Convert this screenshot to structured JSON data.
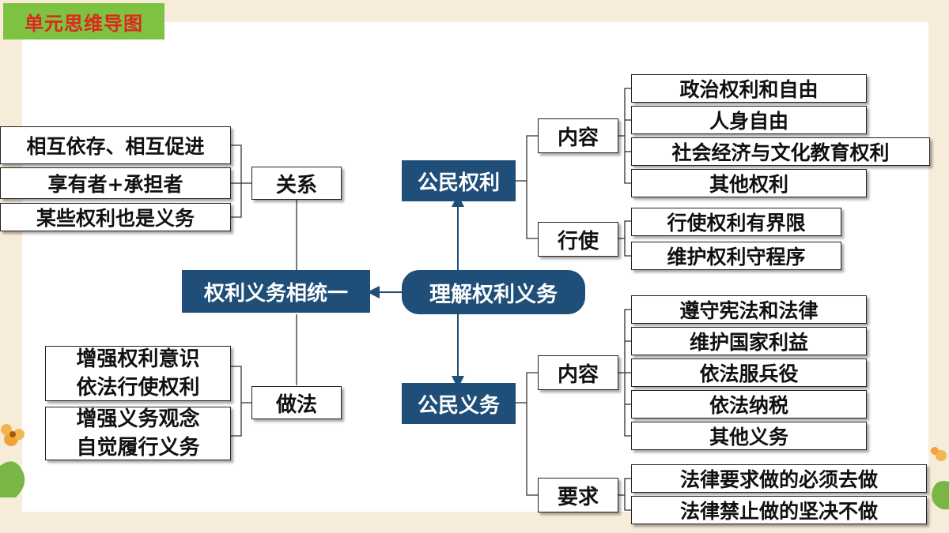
{
  "header": {
    "title": "单元思维导图"
  },
  "center": {
    "label": "理解权利义务"
  },
  "unify": {
    "label": "权利义务相统一",
    "relation": {
      "label": "关系",
      "items": [
        "相互依存、相互促进",
        "享有者+承担者",
        "某些权利也是义务"
      ]
    },
    "practice": {
      "label": "做法",
      "items": [
        [
          "增强权利意识",
          "依法行使权利"
        ],
        [
          "增强义务观念",
          "自觉履行义务"
        ]
      ]
    }
  },
  "rights": {
    "label": "公民权利",
    "content": {
      "label": "内容",
      "items": [
        "政治权利和自由",
        "人身自由",
        "社会经济与文化教育权利",
        "其他权利"
      ]
    },
    "exercise": {
      "label": "行使",
      "items": [
        "行使权利有界限",
        "维护权利守程序"
      ]
    }
  },
  "duties": {
    "label": "公民义务",
    "content": {
      "label": "内容",
      "items": [
        "遵守宪法和法律",
        "维护国家利益",
        "依法服兵役",
        "依法纳税",
        "其他义务"
      ]
    },
    "requirement": {
      "label": "要求",
      "items": [
        "法律要求做的必须去做",
        "法律禁止做的坚决不做"
      ]
    }
  },
  "colors": {
    "node_blue": "#1f4e79",
    "title_green": "#7ec242",
    "title_red": "#e0261d",
    "background": "#f6ecd9"
  }
}
